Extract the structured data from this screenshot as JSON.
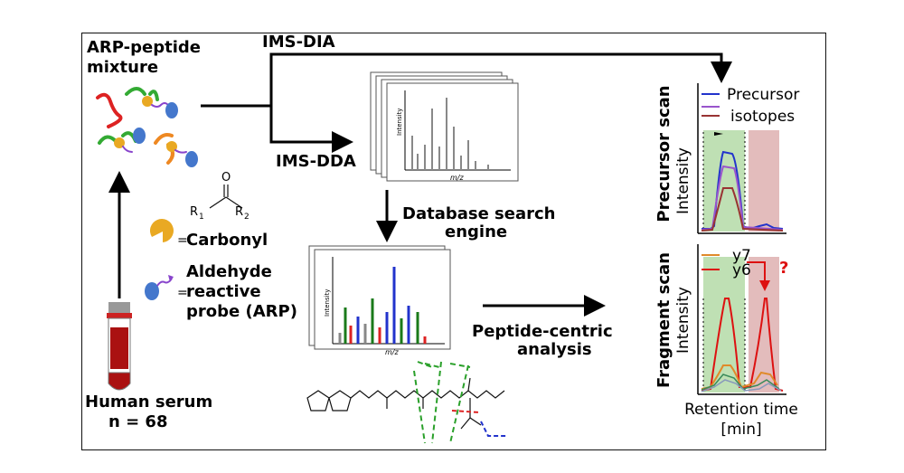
{
  "labels": {
    "mixture_line1": "ARP-peptide",
    "mixture_line2": "mixture",
    "ims_dia": "IMS-DIA",
    "ims_dda": "IMS-DDA",
    "db_line1": "Database search",
    "db_line2": "engine",
    "pc_line1": "Peptide-centric",
    "pc_line2": "analysis",
    "serum_line1": "Human serum",
    "serum_line2": "n = 68",
    "carbonyl_eq": "=",
    "carbonyl": "Carbonyl",
    "arp_line1": "Aldehyde",
    "arp_line2": "reactive",
    "arp_line3": "probe (ARP)",
    "arp_eq": "=",
    "ketone_o": "O",
    "ketone_r1": "R",
    "ketone_r1_sub": "1",
    "ketone_r2": "R",
    "ketone_r2_sub": "2",
    "ms_ylabel": "Intensity",
    "ms_xlabel": "m/z",
    "precursor_title": "Precursor scan",
    "fragment_title": "Fragment scan",
    "xic_ylabel": "Intensity",
    "retention_line1": "Retention time",
    "retention_line2": "[min]",
    "question": "?"
  },
  "legend": {
    "precursor": [
      "Precursor",
      "isotopes"
    ],
    "fragment": [
      "y7",
      "y6"
    ]
  },
  "colors": {
    "precursor_main": "#2233cc",
    "precursor_iso1": "#9955cc",
    "precursor_iso2": "#993333",
    "y7": "#e08a2a",
    "y6": "#dd1111",
    "green_window": "#bfe0b4",
    "red_window": "#e3bcbc",
    "arrow": "#000000"
  },
  "icons": [
    "test-tube-icon",
    "carbonyl-pacman-icon",
    "arp-probe-icon",
    "peptide-squiggle-icon",
    "mass-spectrum-stack-icon",
    "chemical-structure-icon"
  ]
}
